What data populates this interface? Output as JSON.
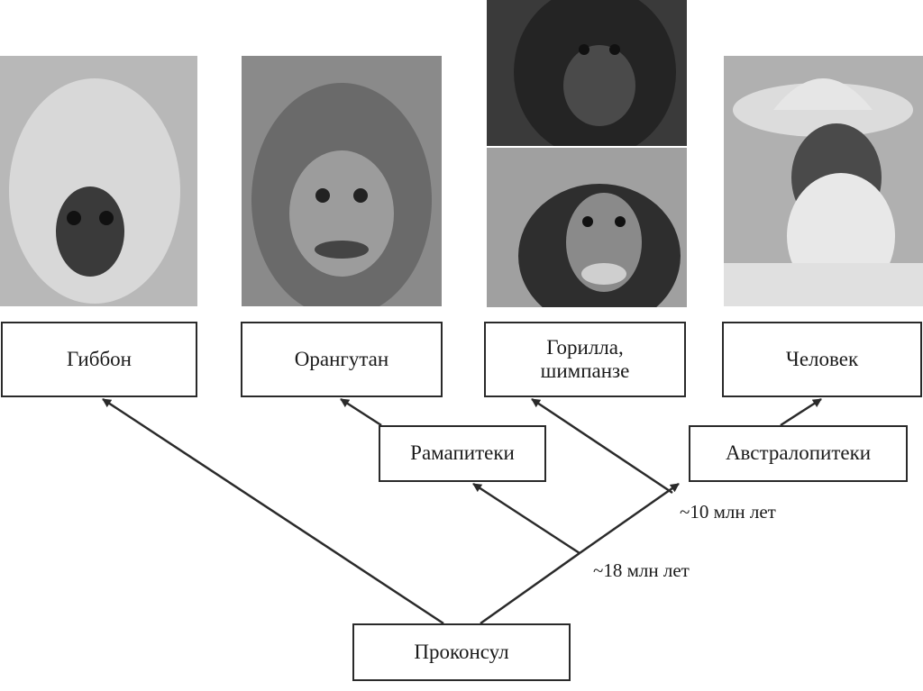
{
  "nodes": {
    "gibbon": "Гиббон",
    "orangutan": "Орангутан",
    "gorilla_chimp": "Горилла,\nшимпанзе",
    "human": "Человек",
    "ramapithecus": "Рамапитеки",
    "australopithecus": "Австралопитеки",
    "proconsul": "Проконсул"
  },
  "times": {
    "split_10": "~10 млн лет",
    "split_18": "~18 млн лет"
  },
  "photos": {
    "gibbon": "gibbon-photo",
    "orangutan": "orangutan-photo",
    "gorilla": "gorilla-photo",
    "chimpanzee": "chimpanzee-photo",
    "human": "human-photo"
  },
  "colors": {
    "ink": "#2a2a2a",
    "photo_gray": "#9a9a9a"
  }
}
